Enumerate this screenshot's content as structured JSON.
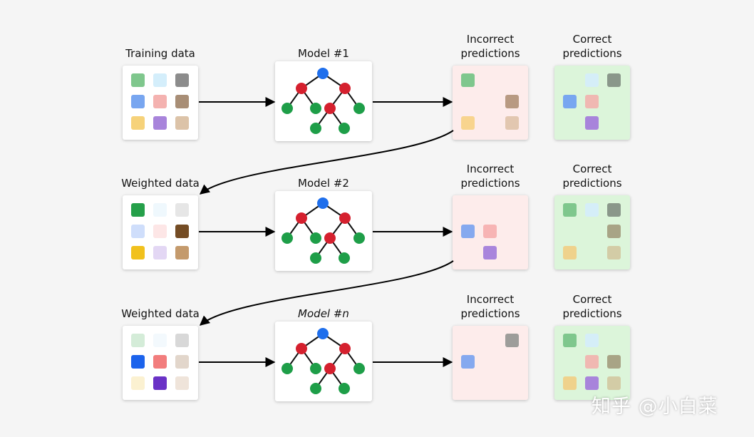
{
  "rows": [
    {
      "data_label": "Training data",
      "model_label": "Model #1",
      "model_italic": false,
      "incorrect_label": [
        "Incorrect",
        "predictions"
      ],
      "correct_label": [
        "Correct",
        "predictions"
      ],
      "data_colors": [
        "#7fc78d",
        "#d4eefb",
        "#8c8c8c",
        "#78a6f0",
        "#f4b2b0",
        "#a88e76",
        "#f6d27a",
        "#a884db",
        "#dcc3a8"
      ],
      "incorrect_cells": [
        {
          "cell": 0,
          "color": "#7fc78d"
        },
        {
          "cell": 5,
          "color": "#b89a82"
        },
        {
          "cell": 6,
          "color": "#f8d48e"
        },
        {
          "cell": 8,
          "color": "#e2c7b0"
        }
      ],
      "correct_cells": [
        {
          "cell": 1,
          "color": "#d5eef8"
        },
        {
          "cell": 2,
          "color": "#8a978a"
        },
        {
          "cell": 3,
          "color": "#78a6f0"
        },
        {
          "cell": 4,
          "color": "#f0b8b2"
        },
        {
          "cell": 7,
          "color": "#a884db"
        }
      ]
    },
    {
      "data_label": "Weighted data",
      "model_label": "Model #2",
      "model_italic": false,
      "incorrect_label": [
        "Incorrect",
        "predictions"
      ],
      "correct_label": [
        "Correct",
        "predictions"
      ],
      "data_colors": [
        "#25a04a",
        "#eff8fd",
        "#e6e6e6",
        "#cfdefb",
        "#fde6e6",
        "#744c24",
        "#f1c11d",
        "#e3d7f4",
        "#c49a6c"
      ],
      "incorrect_cells": [
        {
          "cell": 3,
          "color": "#85a9ef"
        },
        {
          "cell": 4,
          "color": "#f7b4b4"
        },
        {
          "cell": 7,
          "color": "#a985dc"
        }
      ],
      "correct_cells": [
        {
          "cell": 0,
          "color": "#7fc78d"
        },
        {
          "cell": 1,
          "color": "#d5eef8"
        },
        {
          "cell": 2,
          "color": "#8a978a"
        },
        {
          "cell": 5,
          "color": "#a8a486"
        },
        {
          "cell": 6,
          "color": "#efd28c"
        },
        {
          "cell": 8,
          "color": "#d3cca6"
        }
      ]
    },
    {
      "data_label": "Weighted data",
      "model_label": "Model #n",
      "model_italic": true,
      "incorrect_label": [
        "Incorrect",
        "predictions"
      ],
      "correct_label": [
        "Correct",
        "predictions"
      ],
      "data_colors": [
        "#d4ecd8",
        "#f3f9fd",
        "#d8d8d8",
        "#1c63ec",
        "#f27d7d",
        "#e2d6cb",
        "#fbf1d1",
        "#6a32c6",
        "#efe4da"
      ],
      "incorrect_cells": [
        {
          "cell": 2,
          "color": "#9d9d9a"
        },
        {
          "cell": 3,
          "color": "#85a9ef"
        }
      ],
      "correct_cells": [
        {
          "cell": 0,
          "color": "#7fc78d"
        },
        {
          "cell": 1,
          "color": "#d5eef8"
        },
        {
          "cell": 4,
          "color": "#f0b8b2"
        },
        {
          "cell": 5,
          "color": "#a8a486"
        },
        {
          "cell": 6,
          "color": "#efd28c"
        },
        {
          "cell": 7,
          "color": "#a884db"
        },
        {
          "cell": 8,
          "color": "#d3cca6"
        }
      ]
    }
  ],
  "tree_colors": {
    "root": "#1f6fec",
    "internal": "#d5202e",
    "leaf": "#1e9e48",
    "edge": "#111111"
  },
  "watermark": "知乎 @小白菜"
}
